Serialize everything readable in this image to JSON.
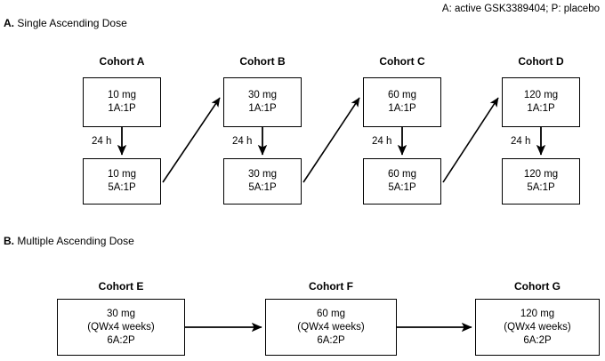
{
  "figure": {
    "legend_note": "A: active GSK3389404; P: placebo",
    "panels": [
      {
        "letter": "A.",
        "caption": "Single Ascending Dose",
        "cohorts": [
          {
            "title": "Cohort A",
            "interval_label": "24 h",
            "first_dose": {
              "dose": "10 mg",
              "ratio": "1A:1P"
            },
            "second_dose": {
              "dose": "10 mg",
              "ratio": "5A:1P"
            }
          },
          {
            "title": "Cohort B",
            "interval_label": "24 h",
            "first_dose": {
              "dose": "30 mg",
              "ratio": "1A:1P"
            },
            "second_dose": {
              "dose": "30 mg",
              "ratio": "5A:1P"
            }
          },
          {
            "title": "Cohort C",
            "interval_label": "24 h",
            "first_dose": {
              "dose": "60 mg",
              "ratio": "1A:1P"
            },
            "second_dose": {
              "dose": "60 mg",
              "ratio": "5A:1P"
            }
          },
          {
            "title": "Cohort D",
            "interval_label": "24 h",
            "first_dose": {
              "dose": "120 mg",
              "ratio": "1A:1P"
            },
            "second_dose": {
              "dose": "120 mg",
              "ratio": "5A:1P"
            }
          }
        ]
      },
      {
        "letter": "B.",
        "caption": "Multiple Ascending Dose",
        "cohorts": [
          {
            "title": "Cohort E",
            "dose": "30 mg",
            "schedule": "(QWx4 weeks)",
            "ratio": "6A:2P"
          },
          {
            "title": "Cohort F",
            "dose": "60 mg",
            "schedule": "(QWx4 weeks)",
            "ratio": "6A:2P"
          },
          {
            "title": "Cohort G",
            "dose": "120 mg",
            "schedule": "(QWx4 weeks)",
            "ratio": "6A:2P"
          }
        ]
      }
    ],
    "colors": {
      "stroke": "#000000",
      "box_fill": "#ffffff",
      "text": "#000000"
    }
  }
}
